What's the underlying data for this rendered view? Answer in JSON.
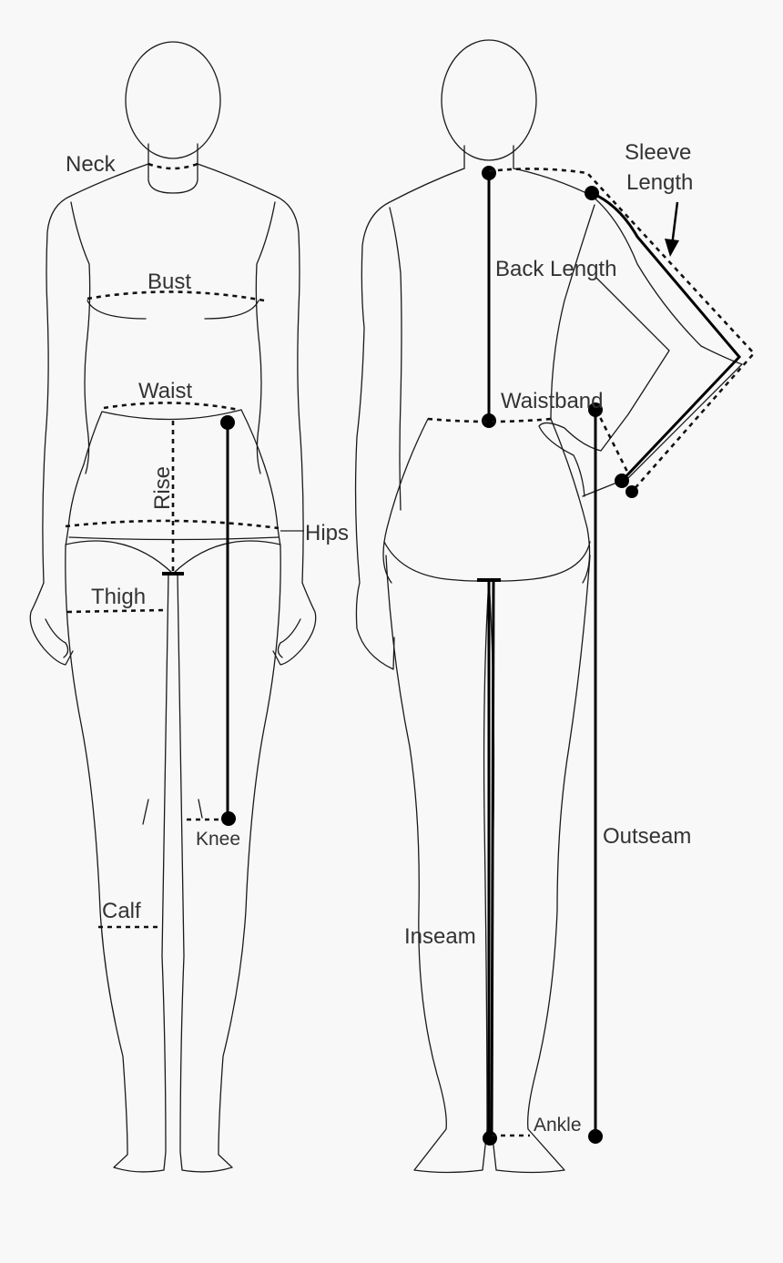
{
  "labels": {
    "neck": "Neck",
    "bust": "Bust",
    "waist": "Waist",
    "rise": "Rise",
    "hips": "Hips",
    "thigh": "Thigh",
    "knee": "Knee",
    "calf": "Calf",
    "sleeve_length_line1": "Sleeve",
    "sleeve_length_line2": "Length",
    "back_length": "Back Length",
    "waistband": "Waistband",
    "outseam": "Outseam",
    "inseam": "Inseam",
    "ankle": "Ankle"
  },
  "colors": {
    "background": "#f8f8f8",
    "outline": "#1a1a1a",
    "measure": "#000000",
    "text": "#333333"
  }
}
